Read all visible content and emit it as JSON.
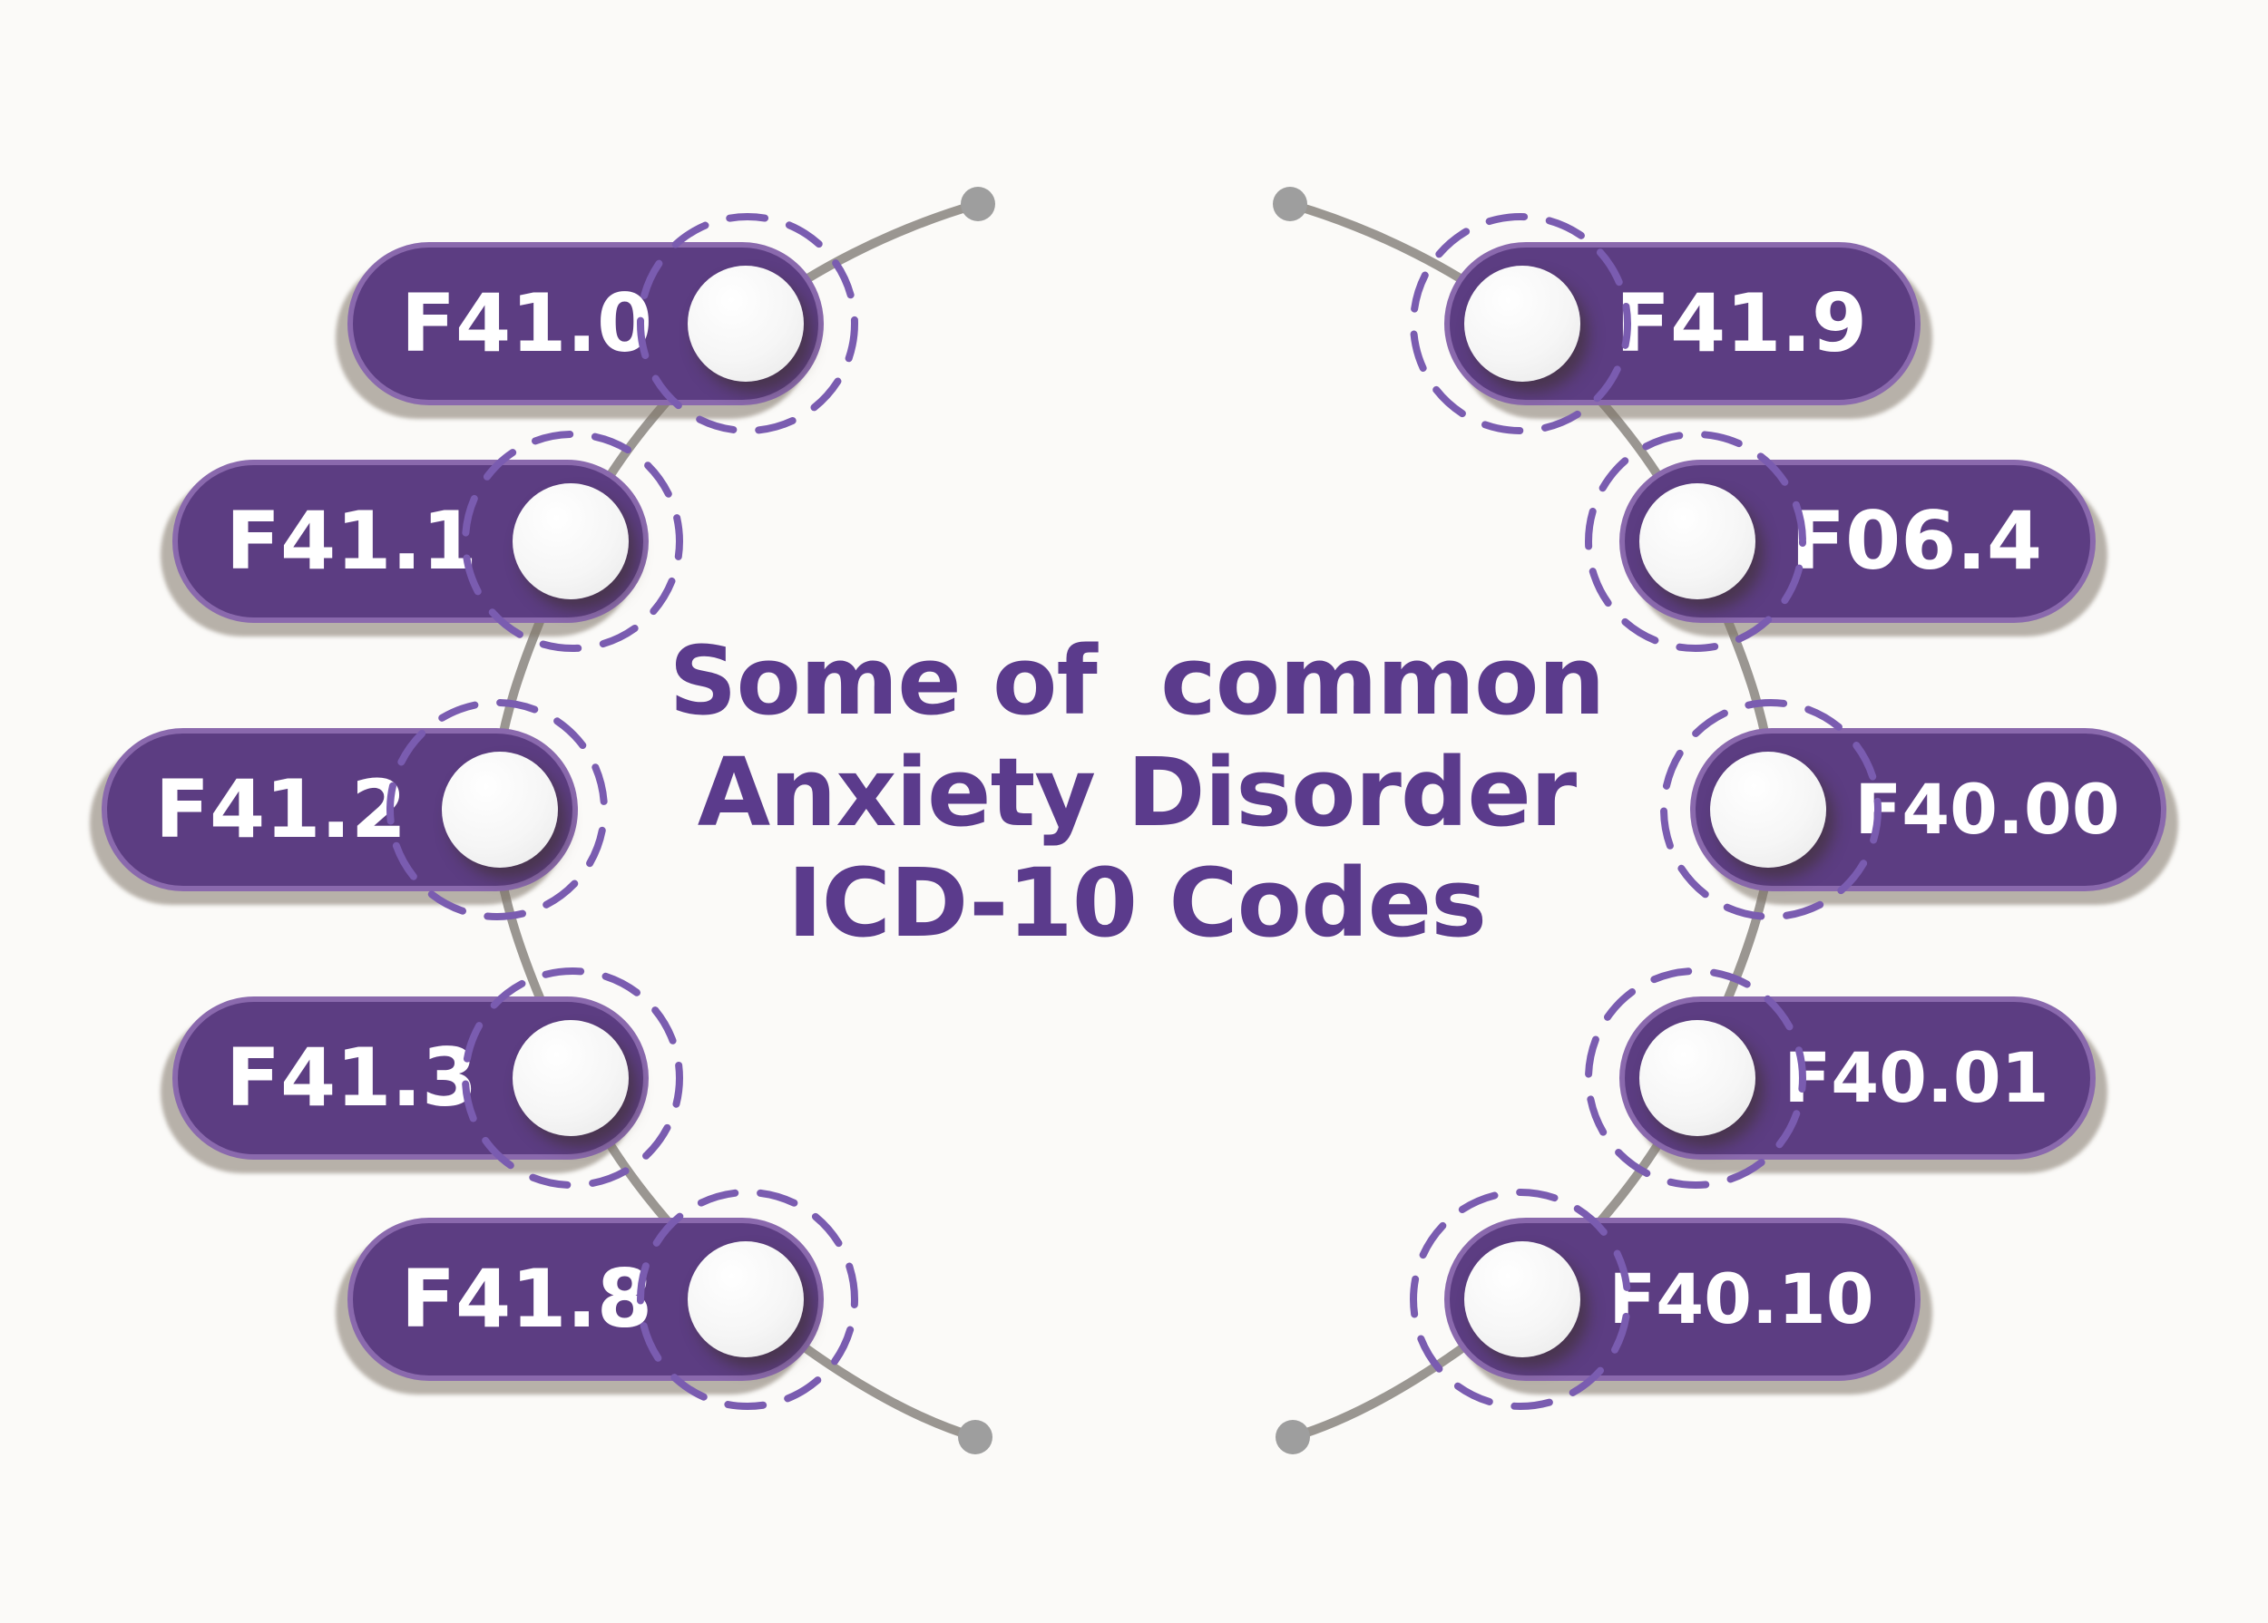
{
  "title": {
    "lines": [
      "Some of  common",
      "Anxiety Disorder",
      "ICD-10 Codes"
    ]
  },
  "pills": {
    "left": [
      {
        "code": "F41.0"
      },
      {
        "code": "F41.1"
      },
      {
        "code": "F41.2"
      },
      {
        "code": "F41.3"
      },
      {
        "code": "F41.8"
      }
    ],
    "right": [
      {
        "code": "F41.9"
      },
      {
        "code": "F06.4"
      },
      {
        "code": "F40.00"
      },
      {
        "code": "F40.01"
      },
      {
        "code": "F40.10"
      }
    ]
  },
  "colors": {
    "background": "#fbfaf8",
    "pill_fill": "#5c3d82",
    "pill_border": "#8a69ad",
    "pill_shadow": "#80756880",
    "pill_text": "#ffffff",
    "title_text": "#5b3b8c",
    "dashed_halo": "#7a5cb0",
    "connector_line": "#9a9691",
    "connector_dot": "#9e9e9e",
    "knob_fill": "#ffffff"
  }
}
